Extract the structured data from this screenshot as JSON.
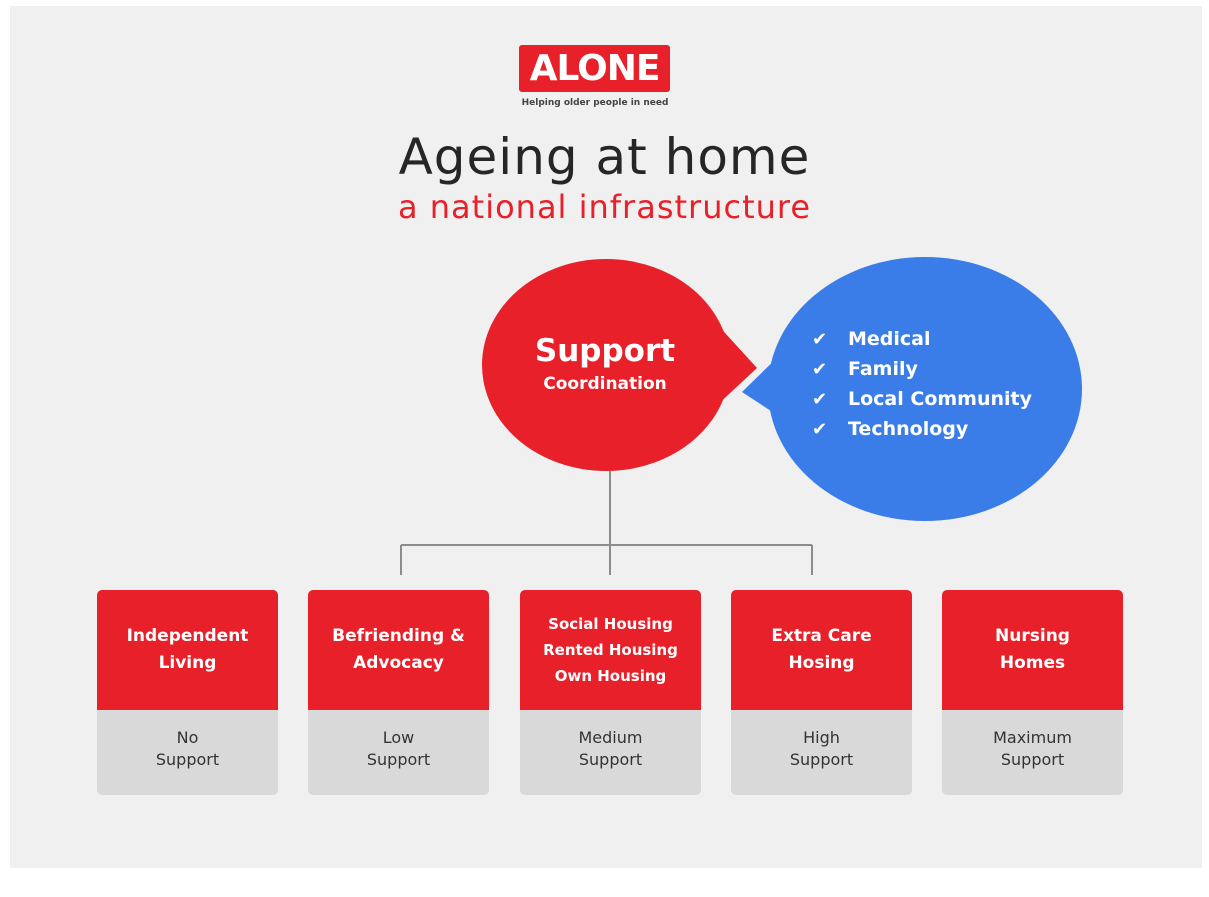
{
  "header": {
    "logo_text": "ALONE",
    "tagline": "Helping older people in need",
    "title": "Ageing at home",
    "subtitle": "a national infrastructure"
  },
  "hub": {
    "title": "Support",
    "subtitle": "Coordination",
    "color": "#e8202a"
  },
  "bubble": {
    "color": "#3b7de8",
    "items": [
      {
        "icon": "checkmark-icon",
        "label": "Medical"
      },
      {
        "icon": "checkmark-icon",
        "label": "Family"
      },
      {
        "icon": "checkmark-icon",
        "label": "Local Community"
      },
      {
        "icon": "checkmark-icon",
        "label": "Technology"
      }
    ]
  },
  "levels": [
    {
      "name": "Independent\nLiving",
      "support": "No\nSupport"
    },
    {
      "name": "Befriending &\nAdvocacy",
      "support": "Low\nSupport"
    },
    {
      "name": "Social Housing\nRented Housing\nOwn Housing",
      "support": "Medium\nSupport"
    },
    {
      "name": "Extra Care\nHosing",
      "support": "High\nSupport"
    },
    {
      "name": "Nursing\nHomes",
      "support": "Maximum\nSupport"
    }
  ]
}
